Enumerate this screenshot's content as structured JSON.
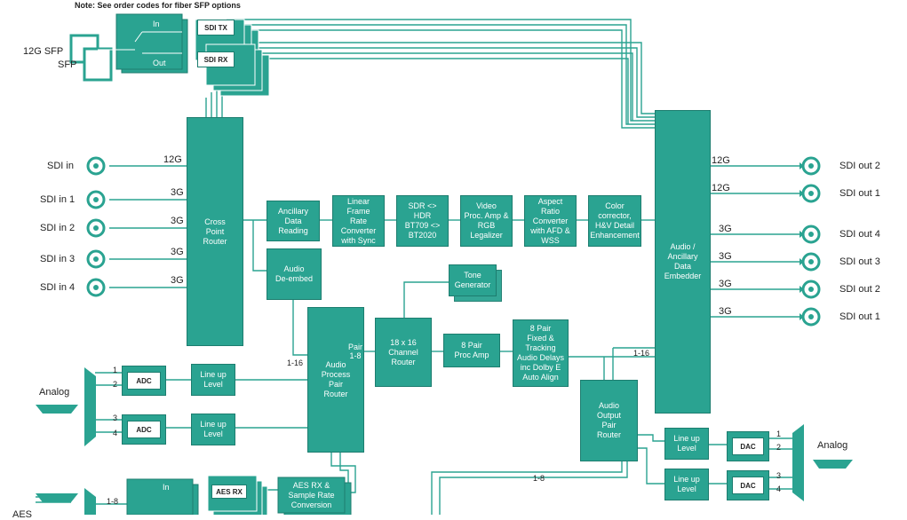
{
  "note": "Note:  See order codes for fiber SFP options",
  "sfp": {
    "label1": "12G SFP",
    "label2": "SFP",
    "in": "In",
    "out": "Out",
    "tx": "SDI TX",
    "rx": "SDI RX"
  },
  "inputs": [
    {
      "label": "SDI in",
      "rate": "12G"
    },
    {
      "label": "SDI in 1",
      "rate": "3G"
    },
    {
      "label": "SDI in 2",
      "rate": "3G"
    },
    {
      "label": "SDI in 3",
      "rate": "3G"
    },
    {
      "label": "SDI in 4",
      "rate": "3G"
    }
  ],
  "outputs": [
    {
      "label": "SDI out 2",
      "rate": "12G"
    },
    {
      "label": "SDI out 1",
      "rate": "12G"
    },
    {
      "label": "SDI out 4",
      "rate": "3G"
    },
    {
      "label": "SDI out 3",
      "rate": "3G"
    },
    {
      "label": "SDI out 2",
      "rate": "3G"
    },
    {
      "label": "SDI out 1",
      "rate": "3G"
    }
  ],
  "blocks": {
    "cross_point": "Cross\nPoint\nRouter",
    "anc_read": "Ancillary\nData\nReading",
    "frame_sync": "Linear Frame\nRate\nConverter\nwith Sync",
    "hdr": "SDR <> HDR\nBT709 <>\nBT2020",
    "proc_amp": "Video\nProc. Amp &\nRGB\nLegalizer",
    "aspect": "Aspect\nRatio\nConverter\nwith AFD &\nWSS",
    "color": "Color\ncorrector,\nH&V Detail\nEnhancement",
    "embedder": "Audio /\nAncillary\nData\nEmbedder",
    "deembed": "Audio\nDe-embed",
    "tone": "Tone\nGenerator",
    "audio_router": "Audio\nProcess\nPair\nRouter",
    "channel_router": "18 x 16\nChannel\nRouter",
    "pair_proc": "8 Pair\nProc Amp",
    "delays": "8 Pair\nFixed &\nTracking\nAudio Delays\ninc Dolby E\nAuto Align",
    "out_router": "Audio\nOutput\nPair\nRouter",
    "lineup": "Line up\nLevel",
    "adc": "ADC",
    "dac": "DAC",
    "aes_src": "AES RX &\nSample Rate\nConversion",
    "aes_rx": "AES RX"
  },
  "labels": {
    "analog": "Analog",
    "aes": "AES",
    "pair18": "Pair\n1-8",
    "r116a": "1-16",
    "r116b": "1-16",
    "r18a": "1-8",
    "r18b": "1-8",
    "ch1": "1",
    "ch2": "2",
    "ch3": "3",
    "ch4": "4"
  },
  "colors": {
    "block": "#2aa391",
    "wire": "#2aa391",
    "border": "#1d7d6f"
  }
}
